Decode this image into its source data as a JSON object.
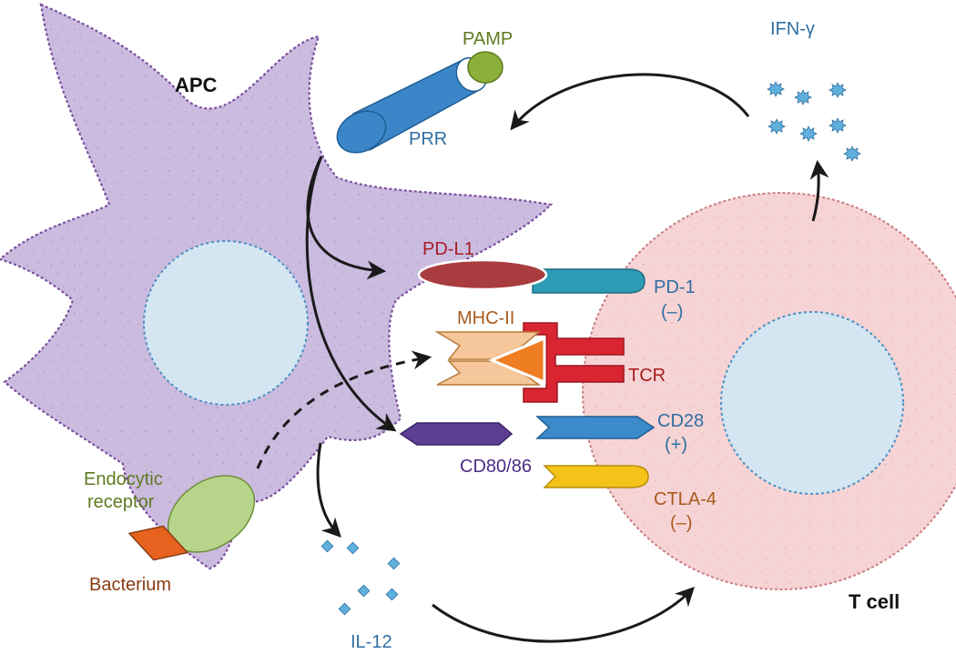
{
  "labels": {
    "apc": "APC",
    "t_cell": "T cell",
    "pamp": "PAMP",
    "prr": "PRR",
    "ifn_gamma": "IFN-γ",
    "pd_l1": "PD-L1",
    "pd_1": "PD-1",
    "pd_1_sign": "(–)",
    "mhc_ii": "MHC-II",
    "tcr": "TCR",
    "cd28": "CD28",
    "cd28_sign": "(+)",
    "cd80_86": "CD80/86",
    "ctla_4": "CTLA-4",
    "ctla_4_sign": "(–)",
    "endocytic_receptor_line1": "Endocytic",
    "endocytic_receptor_line2": "receptor",
    "bacterium": "Bacterium",
    "il_12": "IL-12"
  },
  "colors": {
    "apc_fill": "#cbbbdf",
    "apc_outline": "#7b4f9e",
    "t_cell_fill": "#f6d3d4",
    "t_cell_outline": "#c97b80",
    "nucleus_fill": "#d3e6f2",
    "nucleus_outline": "#4a8fc4",
    "pamp": "#8cae3a",
    "prr": "#3a86c8",
    "pd_l1": "#a93c3f",
    "pd_1": "#2e9bb5",
    "mhc_ii": "#f6c79a",
    "antigen": "#ef7d22",
    "tcr": "#d92531",
    "cd80_86": "#5d3e95",
    "cd28": "#3c8ac9",
    "ctla_4": "#f5c21a",
    "endocytic_receptor": "#b7d58a",
    "bacterium": "#e8621f",
    "ifn_gamma_star": "#5fb0dd",
    "il_12_diamond": "#5fb0dd",
    "arrow": "#1a1a1a",
    "text_blue": "#2f6ea3",
    "text_green": "#5d7a1f",
    "text_red": "#a51f23",
    "text_orange": "#a85a1c",
    "text_purple": "#4b2d86",
    "text_brown": "#8a3d14"
  }
}
